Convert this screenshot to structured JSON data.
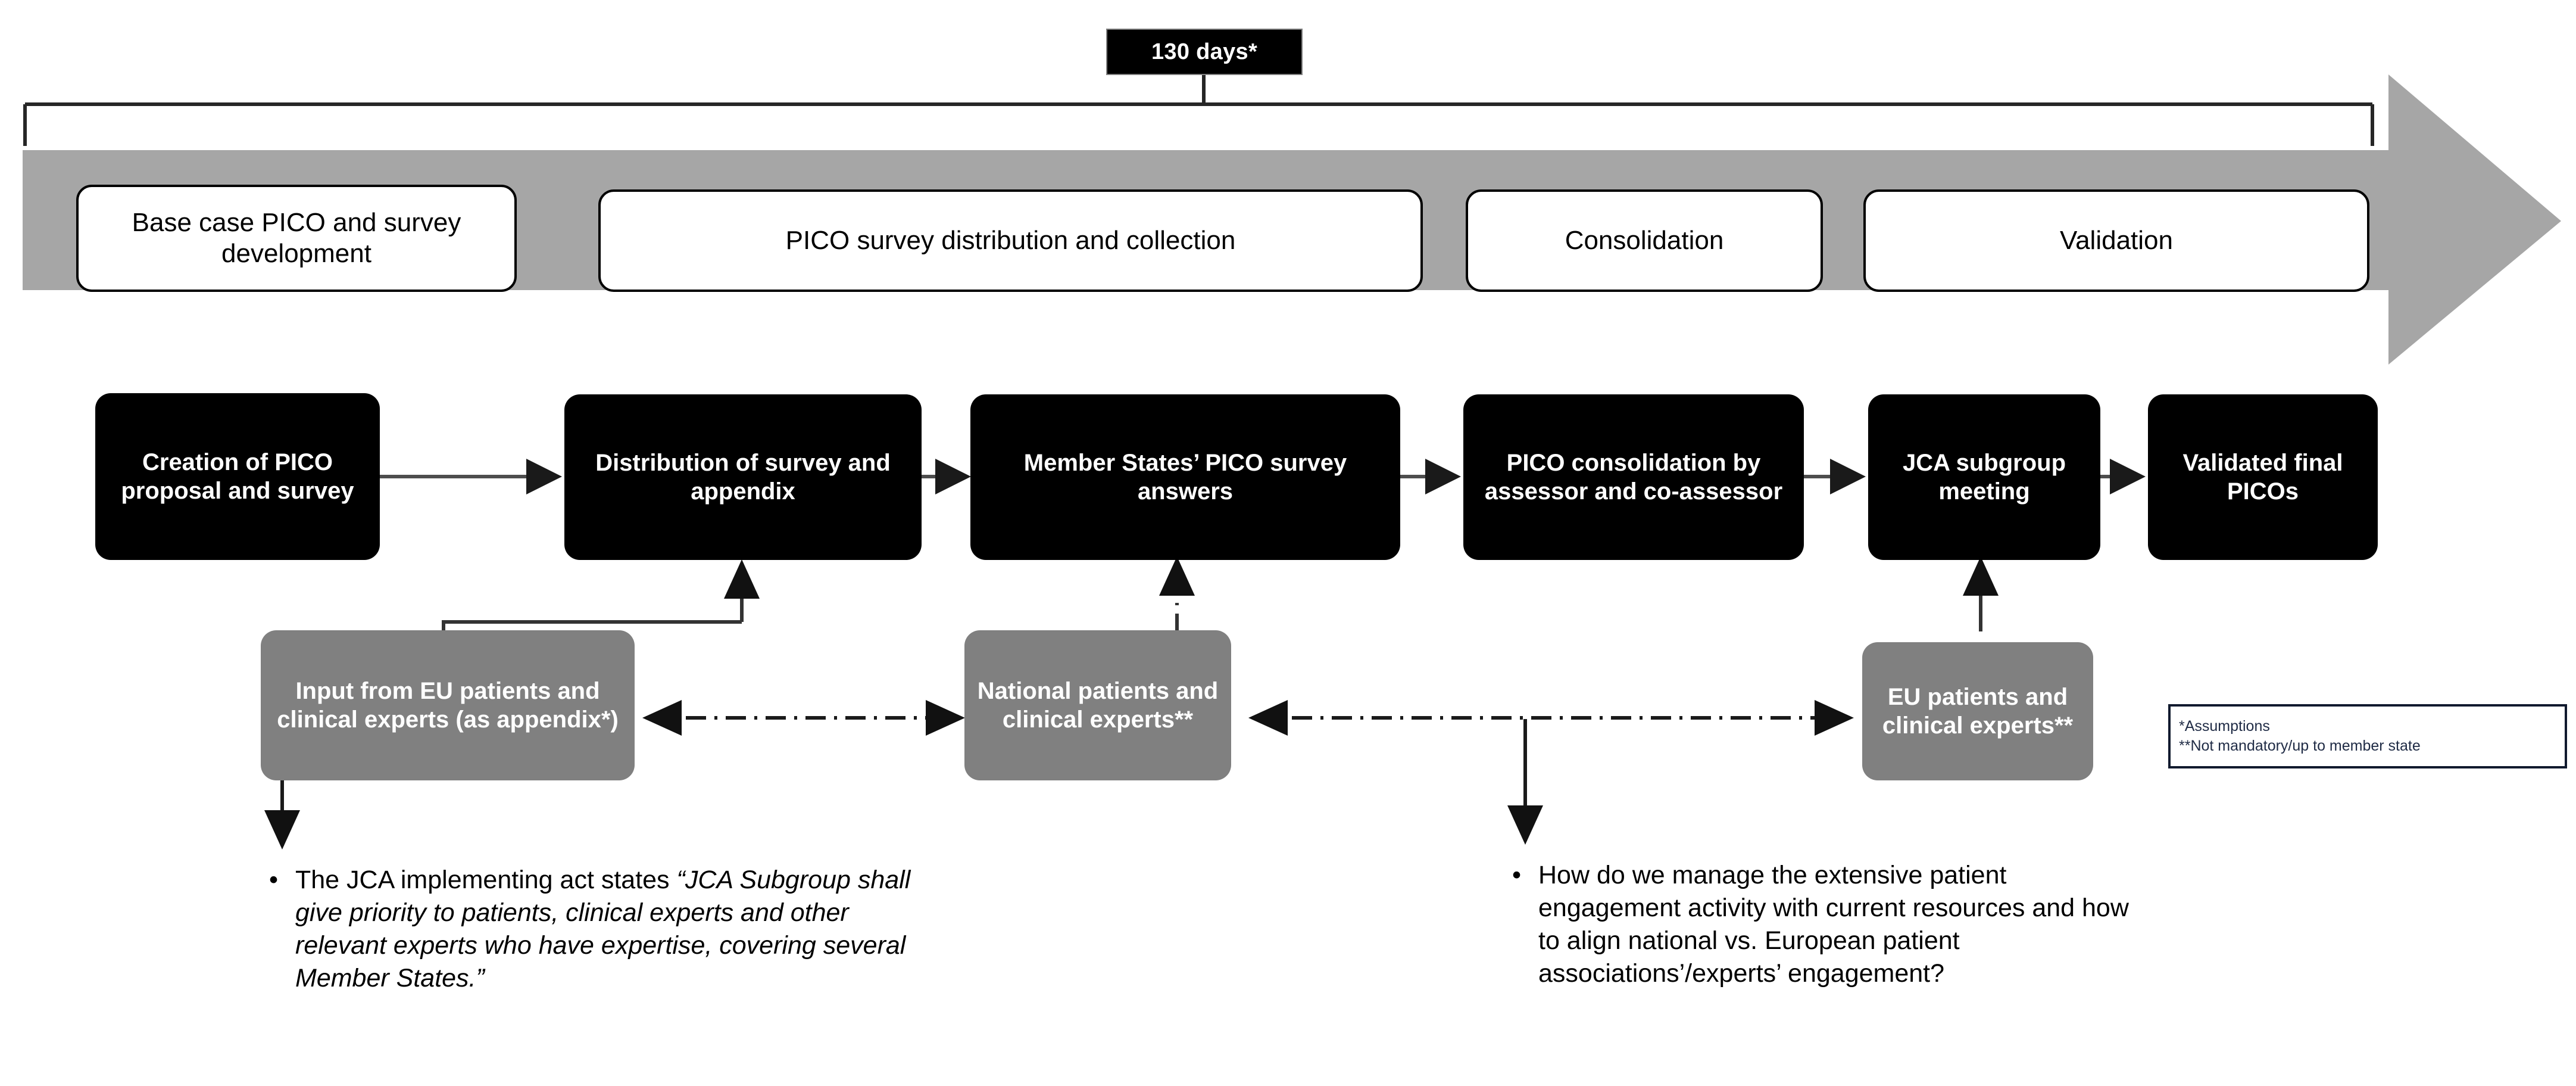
{
  "timeline": {
    "duration_label": "130 days*"
  },
  "phases": [
    {
      "label": "Base case PICO and survey development"
    },
    {
      "label": "PICO survey distribution and collection"
    },
    {
      "label": "Consolidation"
    },
    {
      "label": "Validation"
    }
  ],
  "process_steps": [
    {
      "label": "Creation of PICO proposal and survey"
    },
    {
      "label": "Distribution of survey and appendix"
    },
    {
      "label": "Member States’ PICO survey answers"
    },
    {
      "label": "PICO consolidation by assessor and co-assessor"
    },
    {
      "label": "JCA subgroup meeting"
    },
    {
      "label": "Validated final PICOs"
    }
  ],
  "stakeholders": [
    {
      "label": "Input from EU patients and clinical experts (as appendix*)"
    },
    {
      "label": "National patients and clinical experts**"
    },
    {
      "label": "EU patients and clinical experts**"
    }
  ],
  "legend": {
    "line1": "*Assumptions",
    "line2": "**Not mandatory/up to member state"
  },
  "notes": [
    {
      "bullet": "•",
      "lead": "The JCA implementing act states ",
      "quote": "“JCA Subgroup shall give priority to patients, clinical experts and other relevant experts who have expertise, covering several Member States.”"
    },
    {
      "bullet": "•",
      "lead": "How do we manage the extensive patient engagement activity with current resources and how to align national vs. European patient associations’/experts’ engagement?",
      "quote": ""
    }
  ],
  "colors": {
    "arrow_band": "#a6a6a6",
    "process_box": "#000000",
    "stakeholder_box": "#808080",
    "legend_border": "#111a2e"
  }
}
